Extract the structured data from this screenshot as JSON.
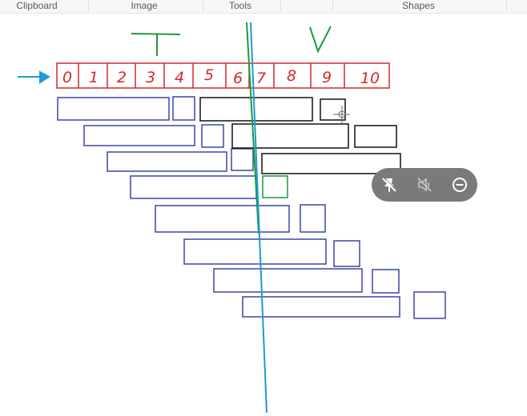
{
  "ribbon": {
    "groups": [
      {
        "label": "Clipboard"
      },
      {
        "label": "Image"
      },
      {
        "label": "Tools"
      },
      {
        "label": ""
      },
      {
        "label": "Shapes"
      }
    ]
  },
  "canvas": {
    "annotation_top_left": "T",
    "annotation_top_right": "V",
    "number_line": [
      "0",
      "1",
      "2",
      "3",
      "4",
      "5",
      "6",
      "7",
      "8",
      "9",
      "10"
    ]
  },
  "floating_toolbar": {
    "buttons": [
      {
        "icon": "unpin-icon"
      },
      {
        "icon": "mute-icon"
      },
      {
        "icon": "minimize-icon"
      }
    ]
  },
  "colors": {
    "red": "#d62828",
    "blue": "#3a46a8",
    "black": "#111111",
    "green": "#1a9a3a",
    "cyan": "#1e9ad6",
    "toolbar": "#7a7a7a"
  }
}
